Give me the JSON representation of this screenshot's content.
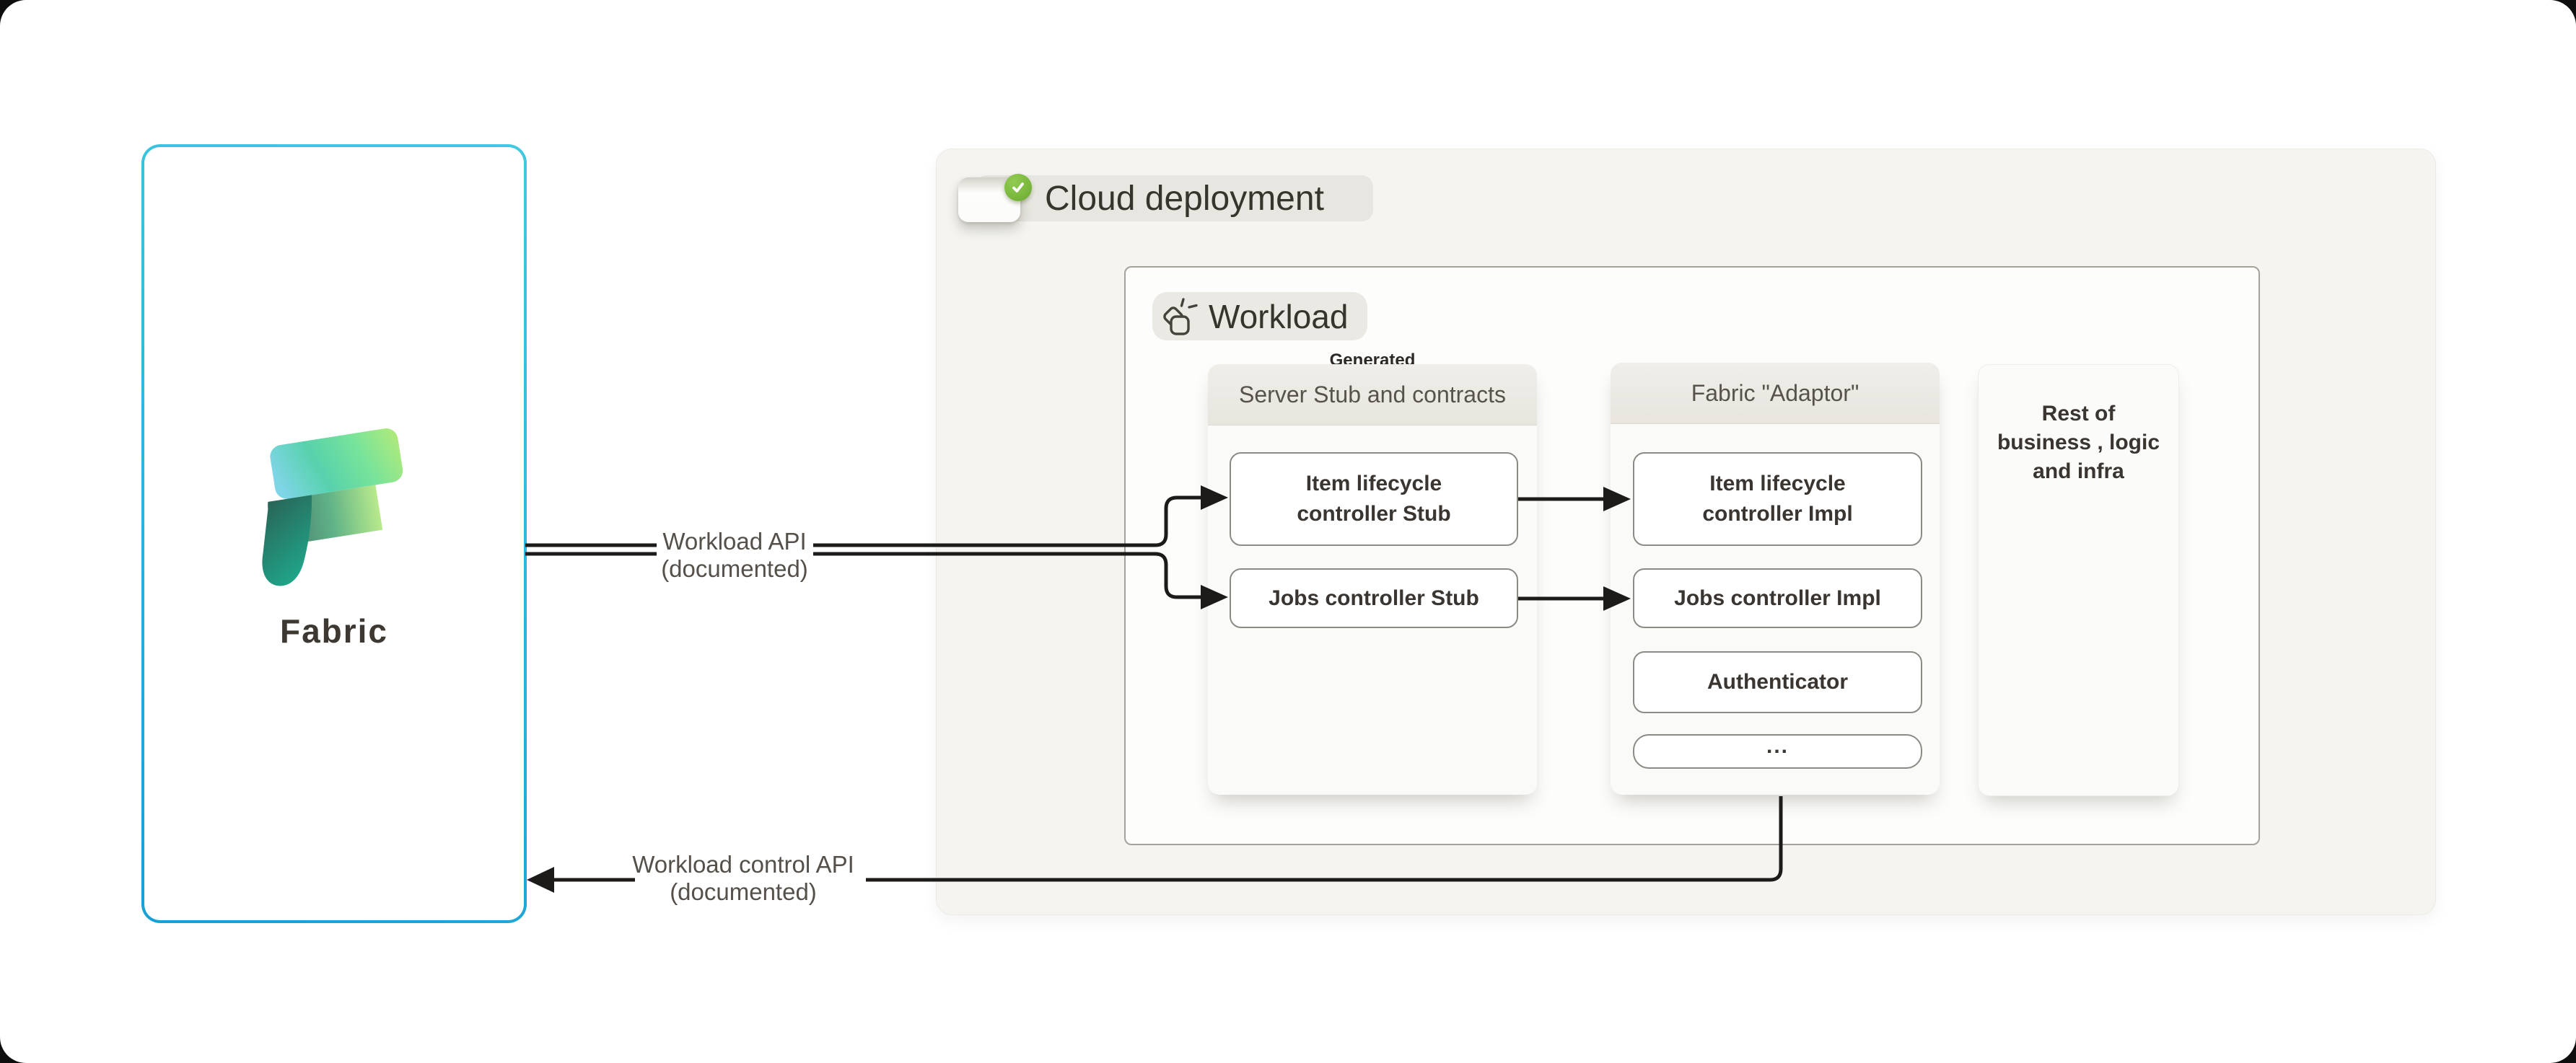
{
  "fabric_box": {
    "label": "Fabric",
    "logo_icon": "fabric-ribbon-logo"
  },
  "cloud_section": {
    "title": "Cloud deployment",
    "toggle": {
      "state": "on",
      "badge_icon": "check-icon",
      "badge_color": "#7cb93f"
    },
    "workload_section": {
      "title": "Workload",
      "title_icon": "shapes-sparkle-icon",
      "generated_label": "Generated",
      "server_stub_panel": {
        "title": "Server Stub and contracts",
        "boxes": [
          {
            "lines": [
              "Item lifecycle",
              "controller Stub"
            ]
          },
          {
            "lines": [
              "Jobs controller Stub"
            ]
          }
        ]
      },
      "adaptor_panel": {
        "title": "Fabric \"Adaptor\"",
        "boxes": [
          {
            "lines": [
              "Item lifecycle",
              "controller Impl"
            ]
          },
          {
            "lines": [
              "Jobs controller Impl"
            ]
          },
          {
            "lines": [
              "Authenticator"
            ]
          },
          {
            "lines": [
              "..."
            ]
          }
        ]
      },
      "rest_panel": {
        "lines": [
          "Rest of",
          "business , logic",
          "and infra"
        ]
      }
    }
  },
  "connectors": {
    "workload_api": {
      "lines": [
        "Workload API",
        "(documented)"
      ]
    },
    "workload_control_api": {
      "lines": [
        "Workload control API",
        "(documented)"
      ]
    }
  },
  "colors": {
    "fabric_border_cyan": "#2ab7dd",
    "toggle_green": "#7cb93f",
    "arrow_black": "#1c1b19",
    "cloud_background": "#f5f4f0"
  }
}
